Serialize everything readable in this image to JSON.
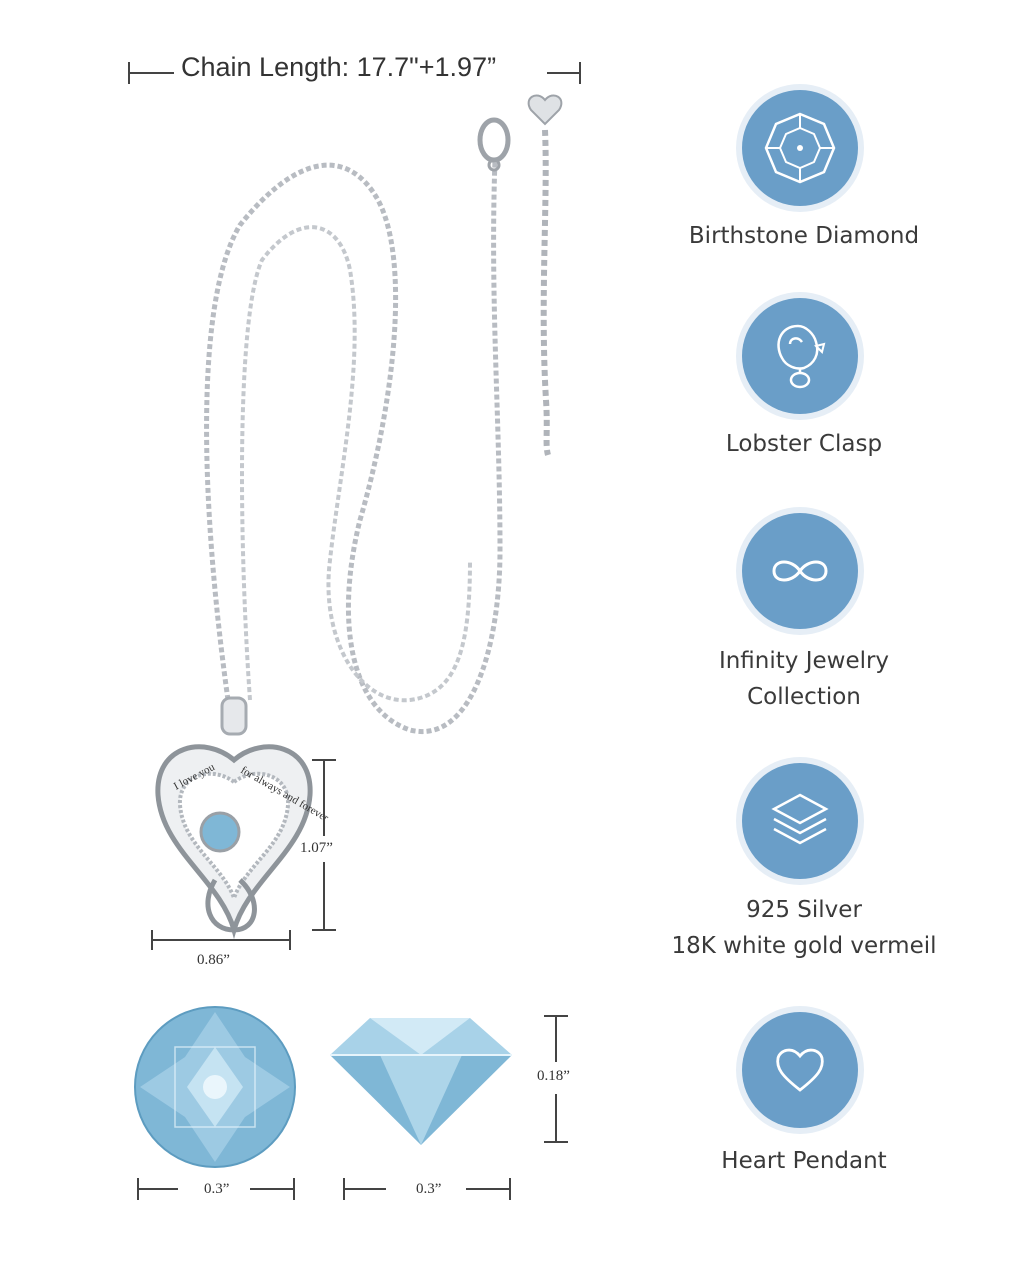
{
  "chain_length_label": "Chain Length: 17.7\"+1.97”",
  "pendant_inscription_left": "I love you",
  "pendant_inscription_right": "for always and forever",
  "dimensions": {
    "pendant_height": "1.07”",
    "pendant_width": "0.86”",
    "stone_top_width": "0.3”",
    "stone_side_width": "0.3”",
    "stone_depth": "0.18”"
  },
  "features": [
    {
      "icon": "diamond-icon",
      "lines": [
        "Birthstone Diamond"
      ]
    },
    {
      "icon": "lobster-clasp-icon",
      "lines": [
        "Lobster Clasp"
      ]
    },
    {
      "icon": "infinity-icon",
      "lines": [
        "Infinity Jewelry",
        "Collection"
      ]
    },
    {
      "icon": "layers-icon",
      "lines": [
        "925 Silver",
        "18K white gold vermeil"
      ]
    },
    {
      "icon": "heart-icon",
      "lines": [
        "Heart Pendant"
      ]
    }
  ],
  "colors": {
    "badge_blue": "#6a9ec8",
    "stone_aqua": "#7fb7d6",
    "silver": "#c9ccd0"
  }
}
